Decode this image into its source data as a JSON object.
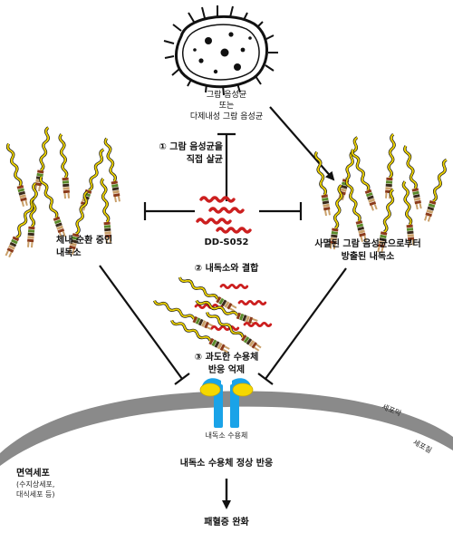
{
  "bacterium": {
    "label_line1": "그람 음성균",
    "label_line2": "또는",
    "label_line3": "다제내성 그람 음성균"
  },
  "steps": {
    "step1_line1": "① 그람 음성균을",
    "step1_line2": "직접 살균",
    "step2": "② 내독소와 결합",
    "step3_line1": "③ 과도한 수용체",
    "step3_line2": "반응 억제"
  },
  "drug": {
    "name": "DD-S052"
  },
  "endotoxin": {
    "circulating_line1": "체내 순환 중인",
    "circulating_line2": "내독소",
    "released_line1": "사멸된 그람 음성균으로부터",
    "released_line2": "방출된 내독소"
  },
  "receptor": {
    "label": "내독소 수용체"
  },
  "cell": {
    "membrane": "세포막",
    "cytoplasm": "세포질",
    "immune_cell": "면역세포",
    "immune_examples_line1": "(수지상세포,",
    "immune_examples_line2": "대식세포 등)",
    "normal_response": "내독소 수용체 정상 반응",
    "outcome": "패혈증 완화"
  },
  "colors": {
    "cell_band": "#8a8a8a",
    "receptor_blue": "#1aa3e8",
    "receptor_yellow": "#f5d800",
    "drug_red": "#cc1f1f",
    "chain_yellow": "#ecd100",
    "chain_blocks": [
      "#8b3a1a",
      "#5a8a2a",
      "#c9a06a",
      "#3a2a1a"
    ]
  }
}
